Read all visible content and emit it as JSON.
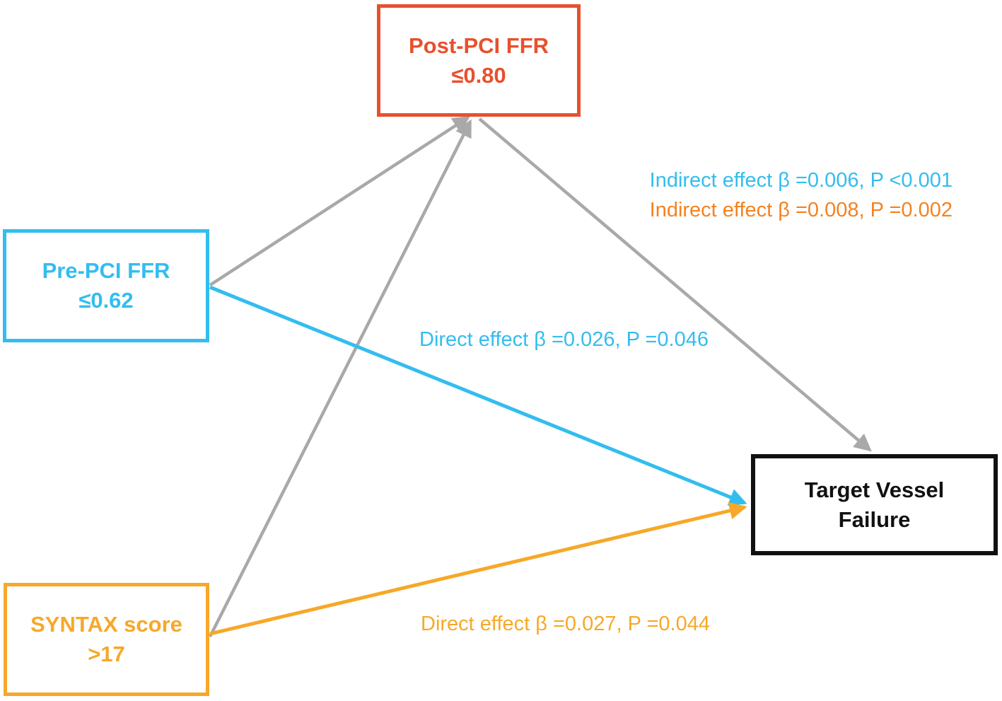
{
  "diagram": {
    "type": "mediation-path-diagram",
    "nodes": {
      "post_pci": {
        "line1": "Post-PCI FFR",
        "line2": "≤0.80",
        "color": "#E8502D",
        "role": "mediator"
      },
      "pre_pci": {
        "line1": "Pre-PCI FFR",
        "line2": "≤0.62",
        "color": "#33BDEF",
        "role": "predictor"
      },
      "syntax": {
        "line1": "SYNTAX score",
        "line2": ">17",
        "color": "#F7A829",
        "role": "predictor"
      },
      "tvf": {
        "line1": "Target Vessel",
        "line2": "Failure",
        "color": "#111111",
        "role": "outcome"
      }
    },
    "edges": [
      {
        "from": "pre_pci",
        "to": "post_pci",
        "color": "gray"
      },
      {
        "from": "syntax",
        "to": "post_pci",
        "color": "gray"
      },
      {
        "from": "post_pci",
        "to": "tvf",
        "color": "gray"
      },
      {
        "from": "pre_pci",
        "to": "tvf",
        "color": "blue",
        "label": "Direct effect β =0.026, P =0.046"
      },
      {
        "from": "syntax",
        "to": "tvf",
        "color": "orange",
        "label": "Direct effect β =0.027, P =0.044"
      }
    ],
    "labels": {
      "indirect_blue": "Indirect effect β =0.006, P <0.001",
      "indirect_orange": "Indirect effect β =0.008, P =0.002",
      "direct_blue": "Direct effect β =0.026, P =0.046",
      "direct_orange": "Direct effect β =0.027, P =0.044"
    },
    "colors": {
      "blue": "#33BDEF",
      "orange_gold": "#F7A829",
      "orange_deep": "#F58220",
      "red": "#E8502D",
      "gray": "#A9A9A9",
      "black": "#111111"
    }
  }
}
